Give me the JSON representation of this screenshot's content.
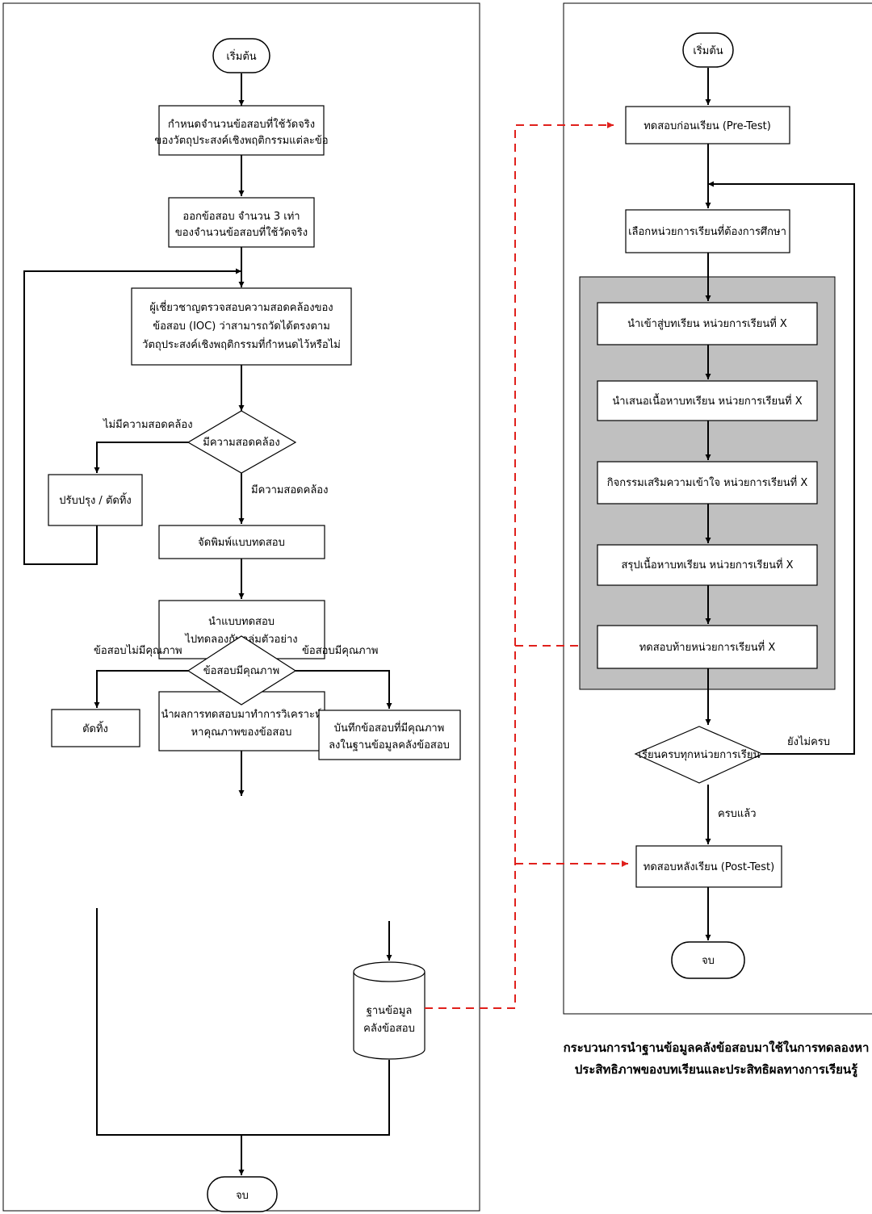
{
  "left": {
    "start": "เริ่มต้น",
    "step1": [
      "กำหนดจำนวนข้อสอบที่ใช้วัดจริง",
      "ของวัตถุประสงค์เชิงพฤติกรรมแต่ละข้อ"
    ],
    "step2": [
      "ออกข้อสอบ จำนวน 3 เท่า",
      "ของจำนวนข้อสอบที่ใช้วัดจริง"
    ],
    "step3": [
      "ผู้เชี่ยวชาญตรวจสอบความสอดคล้องของ",
      "ข้อสอบ (IOC) ว่าสามารถวัดได้ตรงตาม",
      "วัตถุประสงค์เชิงพฤติกรรมที่กำหนดไว้หรือไม่"
    ],
    "decision1": "มีความสอดคล้อง",
    "decision1_no": "ไม่มีความสอดคล้อง",
    "decision1_yes": "มีความสอดคล้อง",
    "revise": "ปรับปรุง / ตัดทิ้ง",
    "print": "จัดพิมพ์แบบทดสอบ",
    "tryout": [
      "นำแบบทดสอบ",
      "ไปทดลองกับกลุ่มตัวอย่าง"
    ],
    "analyze": [
      "นำผลการทดสอบมาทำการวิเคราะห์",
      "หาคุณภาพของข้อสอบ"
    ],
    "decision2": "ข้อสอบมีคุณภาพ",
    "decision2_no": "ข้อสอบไม่มีคุณภาพ",
    "decision2_yes": "ข้อสอบมีคุณภาพ",
    "discard": "ตัดทิ้ง",
    "save": [
      "บันทึกข้อสอบที่มีคุณภาพ",
      "ลงในฐานข้อมูลคลังข้อสอบ"
    ],
    "database": [
      "ฐานข้อมูล",
      "คลังข้อสอบ"
    ],
    "end": "จบ"
  },
  "right": {
    "start": "เริ่มต้น",
    "pretest": "ทดสอบก่อนเรียน (Pre-Test)",
    "choose": "เลือกหน่วยการเรียนที่ต้องการศึกษา",
    "unit_steps": [
      "นำเข้าสู่บทเรียน หน่วยการเรียนที่ X",
      "นำเสนอเนื้อหาบทเรียน หน่วยการเรียนที่ X",
      "กิจกรรมเสริมความเข้าใจ หน่วยการเรียนที่ X",
      "สรุปเนื้อหาบทเรียน หน่วยการเรียนที่ X",
      "ทดสอบท้ายหน่วยการเรียนที่ X"
    ],
    "decision": "เรียนครบทุกหน่วยการเรียน",
    "decision_no": "ยังไม่ครบ",
    "decision_yes": "ครบแล้ว",
    "posttest": "ทดสอบหลังเรียน (Post-Test)",
    "end": "จบ"
  },
  "caption": [
    "กระบวนการนำฐานข้อมูลคลังข้อสอบมาใช้ในการทดลองหา",
    "ประสิทธิภาพของบทเรียนและประสิทธิผลทางการเรียนรู้"
  ],
  "colors": {
    "line": "#000000",
    "connector": "#e0201c",
    "group_fill": "#c0c0c0"
  }
}
